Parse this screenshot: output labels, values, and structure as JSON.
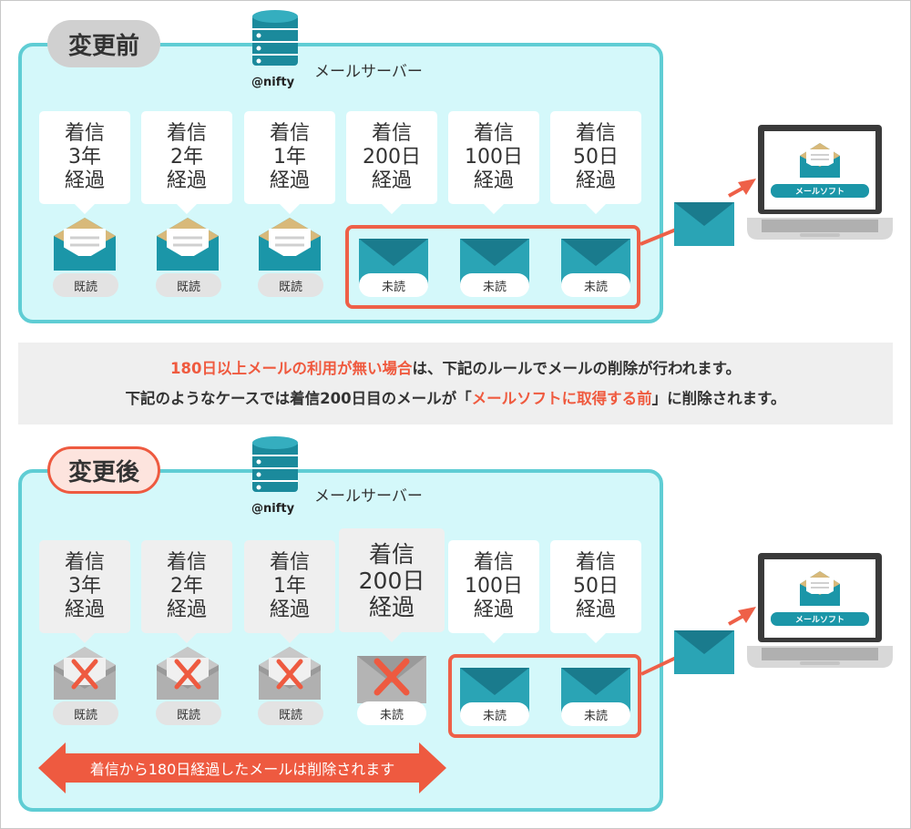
{
  "before": {
    "label": "変更前",
    "server_label": "メールサーバー",
    "server_brand": "@nifty",
    "mails": [
      {
        "line1": "着信",
        "line2": "3年",
        "line3": "経過",
        "status": "既読"
      },
      {
        "line1": "着信",
        "line2": "2年",
        "line3": "経過",
        "status": "既読"
      },
      {
        "line1": "着信",
        "line2": "1年",
        "line3": "経過",
        "status": "既読"
      },
      {
        "line1": "着信",
        "line2": "200日",
        "line3": "経過",
        "status": "未読"
      },
      {
        "line1": "着信",
        "line2": "100日",
        "line3": "経過",
        "status": "未読"
      },
      {
        "line1": "着信",
        "line2": "50日",
        "line3": "経過",
        "status": "未読"
      }
    ],
    "client_label": "メールソフト"
  },
  "message": {
    "line1_highlight": "180日以上メールの利用が無い場合",
    "line1_rest": "は、下記のルールでメールの削除が行われます。",
    "line2_start": "下記のようなケースでは着信200日目のメールが「",
    "line2_highlight": "メールソフトに取得する前",
    "line2_end": "」に削除されます。"
  },
  "after": {
    "label": "変更後",
    "server_label": "メールサーバー",
    "server_brand": "@nifty",
    "mails": [
      {
        "line1": "着信",
        "line2": "3年",
        "line3": "経過",
        "status": "既読"
      },
      {
        "line1": "着信",
        "line2": "2年",
        "line3": "経過",
        "status": "既読"
      },
      {
        "line1": "着信",
        "line2": "1年",
        "line3": "経過",
        "status": "既読"
      },
      {
        "line1": "着信",
        "line2": "200日",
        "line3": "経過",
        "status": "未読"
      },
      {
        "line1": "着信",
        "line2": "100日",
        "line3": "経過",
        "status": "未読"
      },
      {
        "line1": "着信",
        "line2": "50日",
        "line3": "経過",
        "status": "未読"
      }
    ],
    "client_label": "メールソフト",
    "deletion_note": "着信から180日経過したメールは削除されます"
  },
  "colors": {
    "panel_fill": "#d4f8fa",
    "panel_border": "#5fcdd4",
    "accent": "#ee5a40",
    "envelope_teal": "#1b96a8",
    "envelope_dark": "#1a7b8d",
    "envelope_tan": "#d8b97a"
  }
}
